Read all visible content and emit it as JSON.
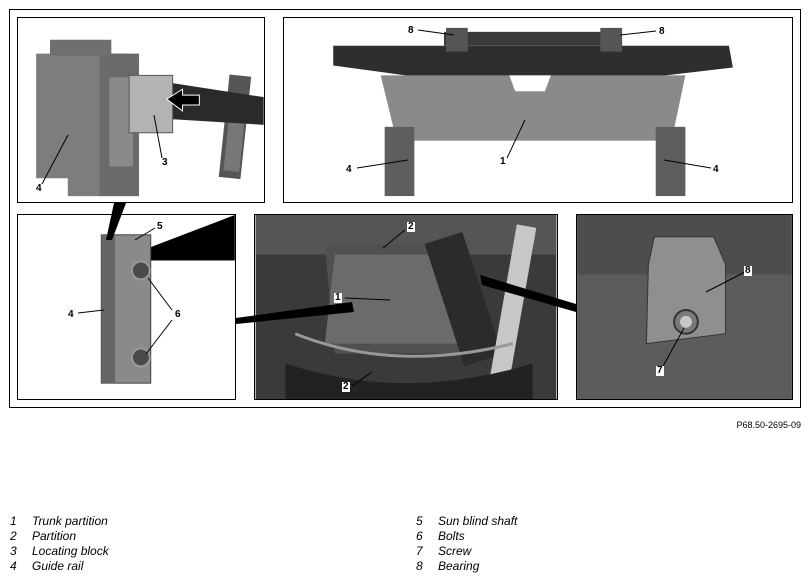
{
  "figure": {
    "image_code": "P68.50-2695-09",
    "callouts": {
      "tl": [
        "3",
        "4"
      ],
      "tr": [
        "8",
        "8",
        "1",
        "4",
        "4"
      ],
      "ml": [
        "5",
        "4",
        "6"
      ],
      "mc": [
        "2",
        "1",
        "2"
      ],
      "mr": [
        "8",
        "7"
      ]
    }
  },
  "legend": {
    "left": [
      {
        "num": "1",
        "label": "Trunk partition"
      },
      {
        "num": "2",
        "label": "Partition"
      },
      {
        "num": "3",
        "label": "Locating block"
      },
      {
        "num": "4",
        "label": "Guide rail"
      }
    ],
    "right": [
      {
        "num": "5",
        "label": "Sun blind shaft"
      },
      {
        "num": "6",
        "label": "Bolts"
      },
      {
        "num": "7",
        "label": "Screw"
      },
      {
        "num": "8",
        "label": "Bearing"
      }
    ]
  }
}
